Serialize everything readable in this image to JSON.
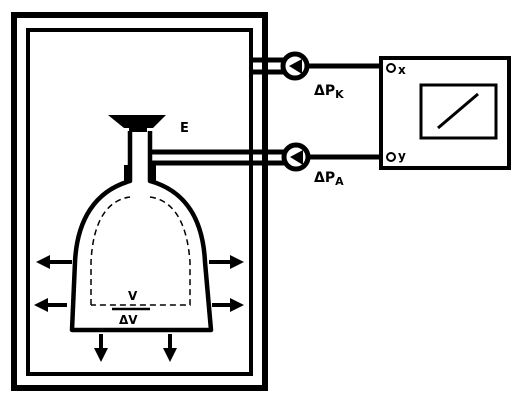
{
  "labels": {
    "pk_main": "ΔP",
    "pk_sub": "K",
    "pa_main": "ΔP",
    "pa_sub": "A",
    "recorder_x": "x",
    "recorder_y": "y",
    "e_label": "E",
    "volume": "V",
    "delta_volume": "ΔV"
  }
}
